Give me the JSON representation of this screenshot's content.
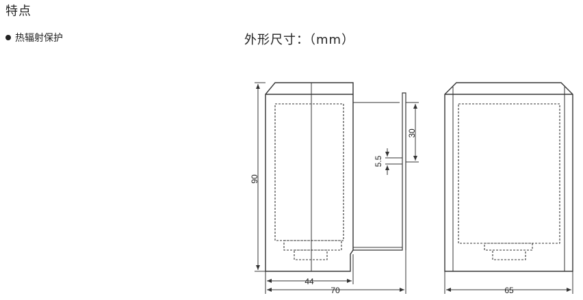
{
  "heading": "特点",
  "features": [
    {
      "text": "热辐射保护"
    }
  ],
  "dimensions": {
    "title": "外形尺寸：（mm）",
    "labels": {
      "height": "90",
      "width_inner": "44",
      "width_total": "70",
      "width_side": "65",
      "rail_top": "30",
      "rail_gap": "5.5"
    }
  },
  "colors": {
    "outline": "#333333",
    "dashed": "#444444",
    "dimension": "#333333"
  }
}
